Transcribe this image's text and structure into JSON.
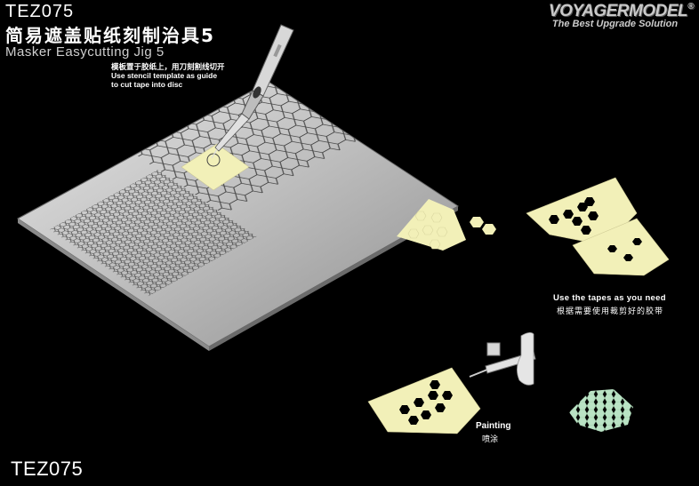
{
  "product": {
    "code_top": "TEZ075",
    "title_cn": "简易遮盖贴纸刻制治具5",
    "title_en": "Masker Easycutting Jig 5",
    "code_bottom": "TEZ075"
  },
  "brand": {
    "name": "VOYAGERMODEL",
    "registered": "®",
    "tagline": "The Best Upgrade Solution"
  },
  "instructions": {
    "stencil_cn": "模板置于胶纸上，用刀刻割线切开",
    "stencil_en_1": "Use stencil template as guide",
    "stencil_en_2": "to cut tape into disc",
    "use_tapes_en": "Use the tapes as you need",
    "use_tapes_cn": "根据需要使用裁剪好的胶带",
    "painting_en": "Painting",
    "painting_cn": "喷涂"
  },
  "colors": {
    "background": "#000000",
    "tape": "#f2f0b8",
    "paint_green": "#b9e3c4",
    "metal": "#cfcfcf"
  },
  "icons": [
    "hobby-knife-icon",
    "airbrush-icon",
    "hand-icon"
  ]
}
